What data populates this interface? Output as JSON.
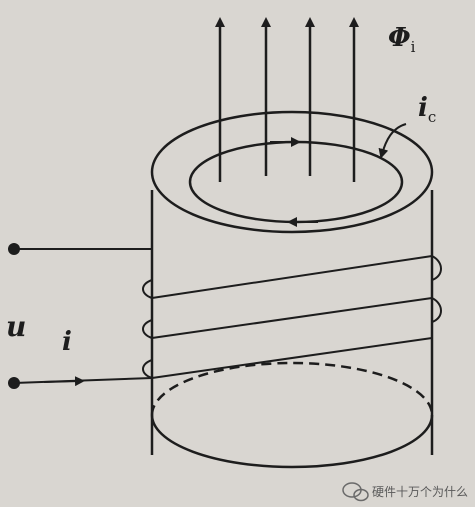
{
  "labels": {
    "flux": "Φ",
    "flux_sub": "i",
    "eddy": "i",
    "eddy_sub": "c",
    "voltage": "u",
    "current": "i"
  },
  "watermark": {
    "text": "硬件十万个为什么",
    "icon": "wechat-icon"
  },
  "colors": {
    "background": "#d9d6d1",
    "ink": "#1d1d1d"
  }
}
